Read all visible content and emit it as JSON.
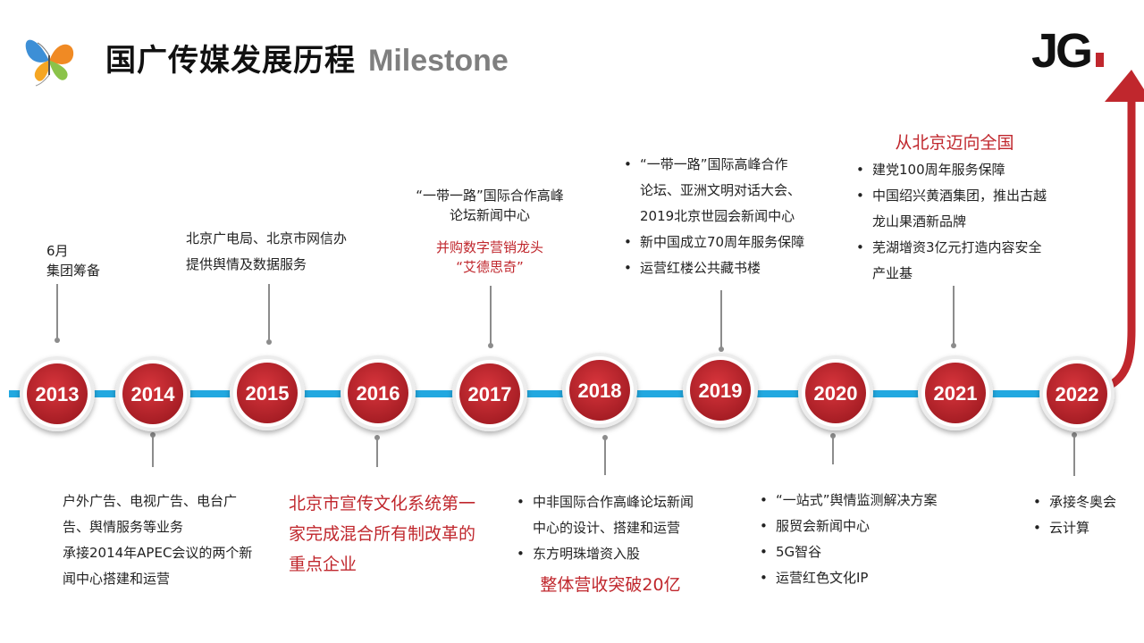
{
  "header": {
    "title": "国广传媒发展历程",
    "subtitle": "Milestone",
    "logo_text": "JG"
  },
  "colors": {
    "accent_red": "#c0272d",
    "timeline_blue": "#22a8e0",
    "connector_gray": "#8c8c8c"
  },
  "timeline": {
    "years": [
      "2013",
      "2014",
      "2015",
      "2016",
      "2017",
      "2018",
      "2019",
      "2020",
      "2021",
      "2022"
    ]
  },
  "events": {
    "e2013": {
      "lines": [
        "6月",
        "集团筹备"
      ]
    },
    "e2014": {
      "lines": [
        "户外广告、电视广告、电台广",
        "告、舆情服务等业务",
        "承接2014年APEC会议的两个新",
        "闻中心搭建和运营"
      ]
    },
    "e2015": {
      "lines": [
        "北京广电局、北京市网信办",
        "提供舆情及数据服务"
      ]
    },
    "e2016": {
      "lines": [
        "北京市宣传文化系统第一",
        "家完成混合所有制改革的",
        "重点企业"
      ]
    },
    "e2017": {
      "lines": [
        "“一带一路”国际合作高峰",
        "论坛新闻中心"
      ],
      "highlight": [
        "并购数字营销龙头",
        "“艾德思奇”"
      ]
    },
    "e2018": {
      "items": [
        "中非国际合作高峰论坛新闻中心的设计、搭建和运营",
        "东方明珠增资入股"
      ],
      "item1_lines": [
        "中非国际合作高峰论坛新闻",
        "中心的设计、搭建和运营"
      ],
      "highlight": "整体营收突破20亿"
    },
    "e2019": {
      "item1_lines": [
        "“一带一路”国际高峰合作",
        "论坛、亚洲文明对话大会、",
        "2019北京世园会新闻中心"
      ],
      "items": [
        "新中国成立70周年服务保障",
        "运营红楼公共藏书楼"
      ]
    },
    "e2020": {
      "items": [
        "“一站式”舆情监测解决方案",
        "服贸会新闻中心",
        "5G智谷",
        "运营红色文化IP"
      ]
    },
    "e2021": {
      "heading": "从北京迈向全国",
      "item1": "建党100周年服务保障",
      "item2_lines": [
        "中国绍兴黄酒集团，推出古越",
        "龙山果酒新品牌"
      ],
      "item3_lines": [
        "芜湖增资3亿元打造内容安全",
        "产业基"
      ]
    },
    "e2022": {
      "items": [
        "承接冬奥会",
        "云计算"
      ]
    }
  }
}
